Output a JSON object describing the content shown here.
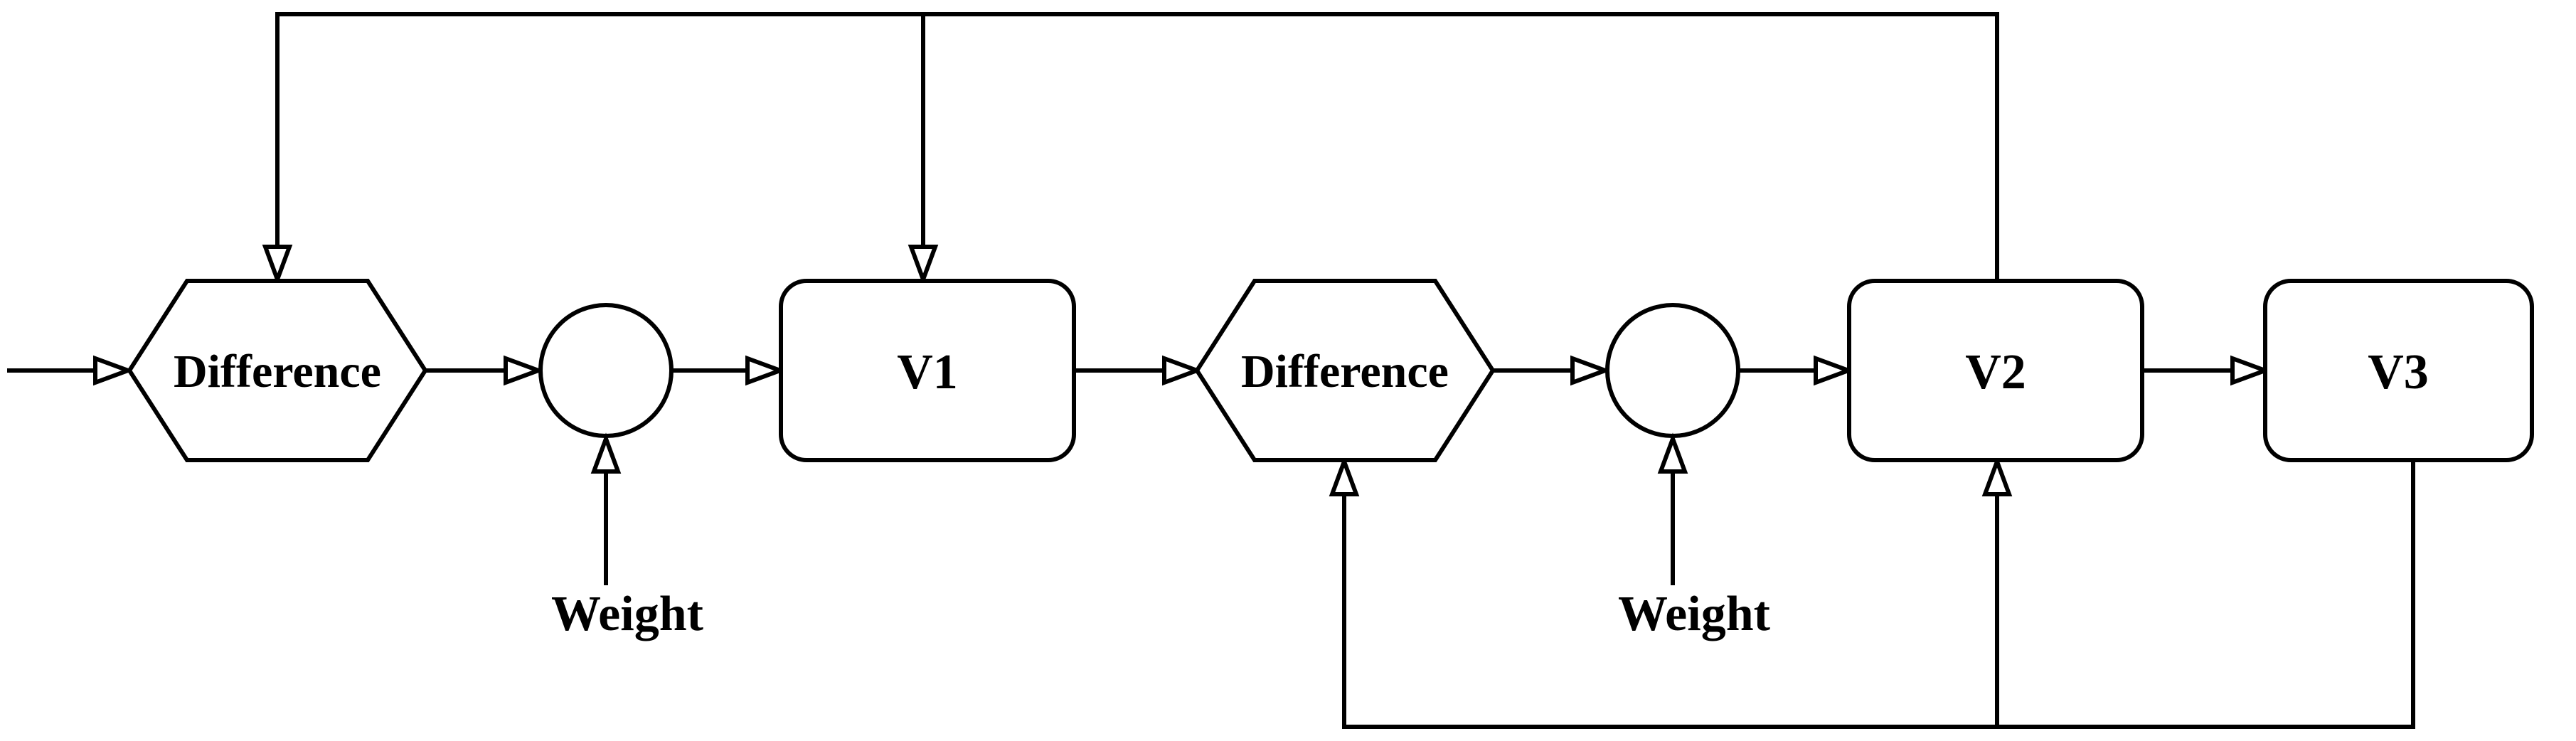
{
  "diagram": {
    "title": "weighted difference feedback block diagram",
    "background_color": "#ffffff",
    "line_color": "#000000",
    "nodes": {
      "difference1": {
        "label": "Difference",
        "shape": "hexagon"
      },
      "gain1": {
        "label": "",
        "shape": "circle"
      },
      "weight1": {
        "label": "Weight"
      },
      "v1": {
        "label": "V1",
        "shape": "rounded-rect"
      },
      "difference2": {
        "label": "Difference",
        "shape": "hexagon"
      },
      "gain2": {
        "label": "",
        "shape": "circle"
      },
      "weight2": {
        "label": "Weight"
      },
      "v2": {
        "label": "V2",
        "shape": "rounded-rect"
      },
      "v3": {
        "label": "V3",
        "shape": "rounded-rect"
      }
    },
    "edges": [
      {
        "from": "external-input",
        "to": "difference1",
        "style": "open-arrow"
      },
      {
        "from": "difference1",
        "to": "gain1",
        "style": "open-arrow"
      },
      {
        "from": "weight1",
        "to": "gain1",
        "style": "open-arrow-up"
      },
      {
        "from": "gain1",
        "to": "v1",
        "style": "open-arrow"
      },
      {
        "from": "v1",
        "to": "difference2",
        "style": "open-arrow"
      },
      {
        "from": "difference2",
        "to": "gain2",
        "style": "open-arrow"
      },
      {
        "from": "weight2",
        "to": "gain2",
        "style": "open-arrow-up"
      },
      {
        "from": "gain2",
        "to": "v2",
        "style": "open-arrow"
      },
      {
        "from": "v2",
        "to": "v3",
        "style": "open-arrow"
      },
      {
        "from": "v2-top",
        "to": "difference1-top",
        "style": "feedback-over-top, open-arrow-down"
      },
      {
        "from": "v2-top",
        "to": "v1-top",
        "style": "feedback-branch, open-arrow-down"
      },
      {
        "from": "v3-bottom",
        "to": "difference2-bottom",
        "style": "feedback-under-bottom, open-arrow-up"
      },
      {
        "from": "v3-bottom",
        "to": "v2-bottom",
        "style": "feedback-branch, open-arrow-up"
      }
    ]
  }
}
